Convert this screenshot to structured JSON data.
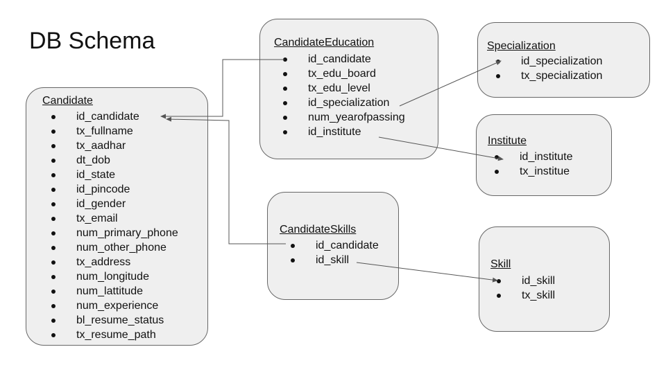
{
  "title": "DB Schema",
  "colors": {
    "box_fill": "#efefef",
    "box_border": "#666666",
    "connector": "#555555"
  },
  "tables": {
    "candidate": {
      "name": "Candidate",
      "fields": [
        "id_candidate",
        "tx_fullname",
        "tx_aadhar",
        "dt_dob",
        "id_state",
        "id_pincode",
        "id_gender",
        "tx_email",
        "num_primary_phone",
        "num_other_phone",
        "tx_address",
        "num_longitude",
        "num_lattitude",
        "num_experience",
        "bl_resume_status",
        "tx_resume_path"
      ]
    },
    "candidate_education": {
      "name": "CandidateEducation",
      "fields": [
        "id_candidate",
        "tx_edu_board",
        "tx_edu_level",
        "id_specialization",
        "num_yearofpassing",
        "id_institute"
      ]
    },
    "specialization": {
      "name": "Specialization",
      "fields": [
        "id_specialization",
        "tx_specialization"
      ]
    },
    "institute": {
      "name": "Institute",
      "fields": [
        "id_institute",
        "tx_institue"
      ]
    },
    "candidate_skills": {
      "name": "CandidateSkills",
      "fields": [
        "id_candidate",
        "id_skill"
      ]
    },
    "skill": {
      "name": "Skill",
      "fields": [
        "id_skill",
        "tx_skill"
      ]
    }
  },
  "relations": [
    {
      "from": "candidate_education.id_candidate",
      "to": "candidate.id_candidate"
    },
    {
      "from": "candidate_skills.id_candidate",
      "to": "candidate.id_candidate"
    },
    {
      "from": "candidate_education.id_specialization",
      "to": "specialization.id_specialization"
    },
    {
      "from": "candidate_education.id_institute",
      "to": "institute.id_institute"
    },
    {
      "from": "candidate_skills.id_skill",
      "to": "skill.id_skill"
    }
  ]
}
